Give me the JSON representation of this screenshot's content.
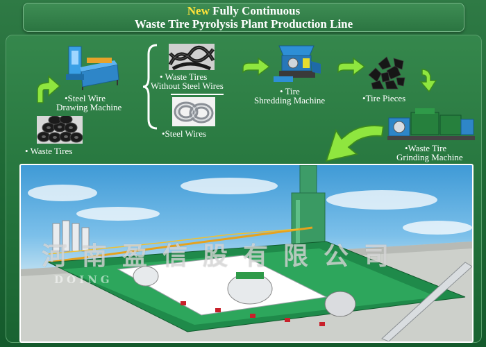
{
  "header": {
    "accent_word": "New",
    "title_rest": " Fully Continuous",
    "title_line2": "Waste Tire Pyrolysis Plant Production Line"
  },
  "flow": {
    "waste_tires": "• Waste Tires",
    "steel_wire_drawing_line1": "•Steel Wire",
    "steel_wire_drawing_line2": "Drawing Machine",
    "waste_tires_no_steel_line1": "• Waste Tires",
    "waste_tires_no_steel_line2": "Without Steel Wires",
    "steel_wires": "•Steel Wires",
    "tire_shredding_line1": "• Tire",
    "tire_shredding_line2": "Shredding Machine",
    "tire_pieces": "•Tire Pieces",
    "grinding_line1": "•Waste Tire",
    "grinding_line2": "Grinding Machine"
  },
  "watermark": {
    "company_cn": "河南盈信股有限公司",
    "company_en": "DOING"
  },
  "colors": {
    "background": "#1f6a36",
    "title_accent": "#ffe23a",
    "arrow": "#7fe03a",
    "text": "#ffffff"
  },
  "icons": [
    "arrow-up-right-icon",
    "arrow-right-icon",
    "arrow-down-icon",
    "arrow-down-left-icon",
    "curly-brace-icon"
  ]
}
